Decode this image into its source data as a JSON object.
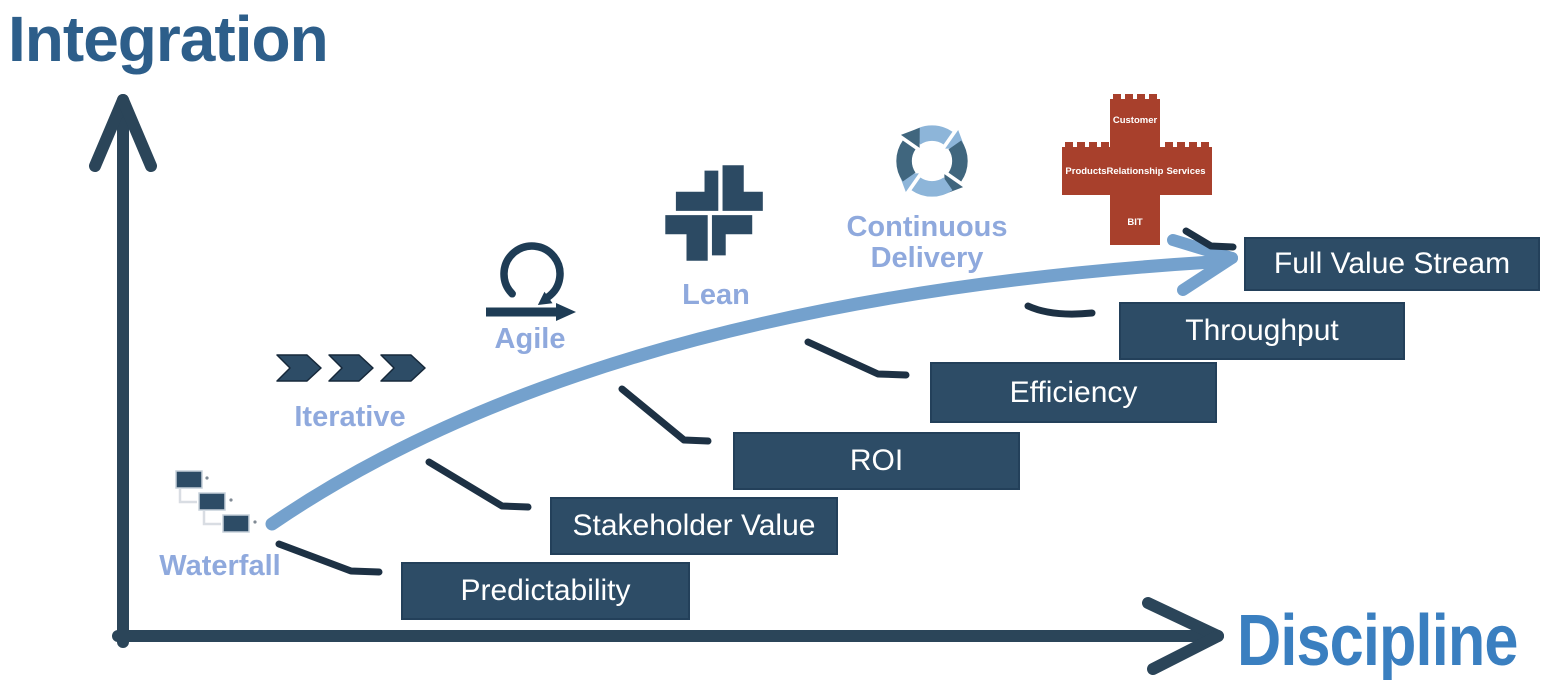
{
  "axes": {
    "y_label": "Integration",
    "x_label": "Discipline",
    "y_label_color": "#2d5e8a",
    "x_label_color": "#3a7fc0",
    "axis_color": "#2b4559"
  },
  "curve": {
    "color": "#74a1cd"
  },
  "stages": [
    {
      "label": "Waterfall",
      "icon": "waterfall-cascade-icon"
    },
    {
      "label": "Iterative",
      "icon": "iterative-chevrons-icon"
    },
    {
      "label": "Agile",
      "icon": "agile-loop-arrow-icon"
    },
    {
      "label": "Lean",
      "icon": "lean-cross-blocks-icon"
    },
    {
      "label": "Continuous Delivery",
      "icon": "continuous-delivery-cycle-icon"
    }
  ],
  "bit_cross": {
    "color": "#a8402c",
    "top": "Customer",
    "left": "Products",
    "center": "Relationship",
    "right": "Services",
    "bottom": "BIT"
  },
  "benefits": [
    {
      "label": "Predictability"
    },
    {
      "label": "Stakeholder Value"
    },
    {
      "label": "ROI"
    },
    {
      "label": "Efficiency"
    },
    {
      "label": "Throughput"
    },
    {
      "label": "Full Value Stream"
    }
  ],
  "benefit_box_colors": {
    "fill": "#2d4c66",
    "border": "#23405a",
    "text": "#ffffff"
  },
  "connector_color": "#1d3144"
}
